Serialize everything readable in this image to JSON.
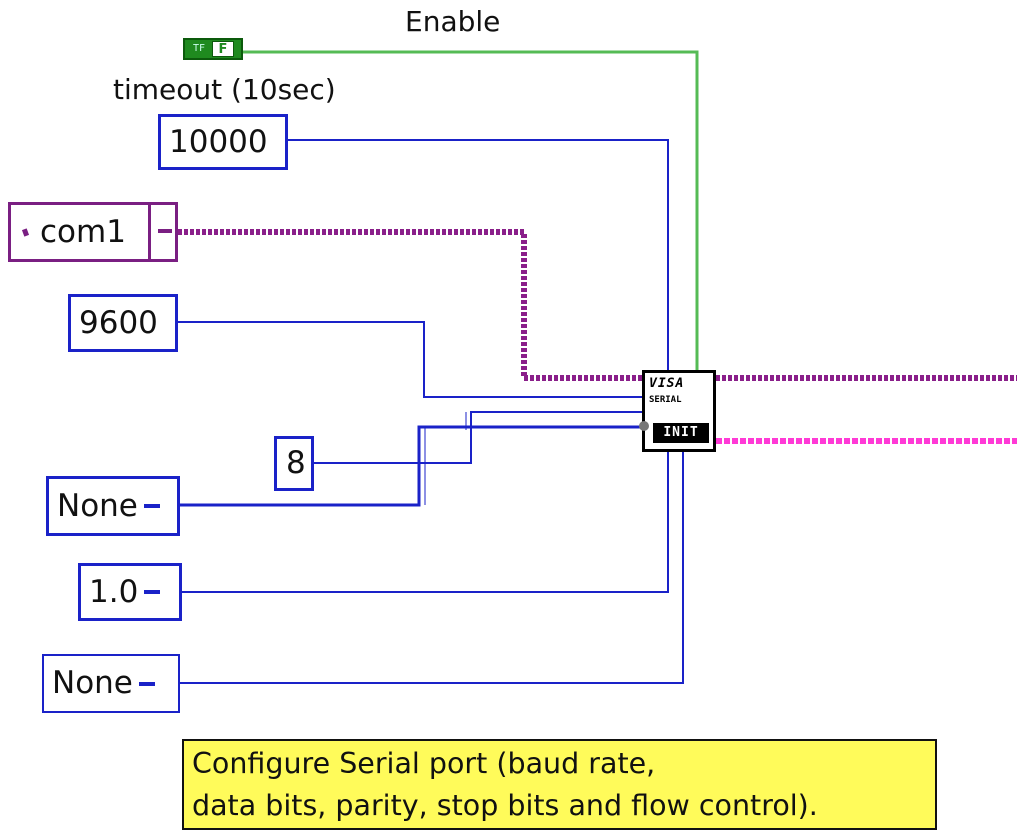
{
  "labels": {
    "enable": "Enable",
    "timeout": "timeout (10sec)"
  },
  "constants": {
    "timeout_value": "10000",
    "resource_name": "com1",
    "baud_rate": "9600",
    "data_bits": "8",
    "parity": "None",
    "stop_bits": "1.0",
    "flow_control": "None"
  },
  "bool_constant": {
    "state_label": "F"
  },
  "vi_node": {
    "line1": "VISA",
    "line2": "SERIAL",
    "line3": "INIT"
  },
  "note": {
    "line1": "Configure Serial port (baud rate,",
    "line2": "data bits, parity, stop bits and flow control)."
  },
  "colors": {
    "numeric_wire": "#1a22c8",
    "boolean_wire": "#55bb55",
    "visa_wire": "#8a1f8a",
    "error_wire": "#ff3ad6",
    "note_background": "#fffb5a"
  }
}
